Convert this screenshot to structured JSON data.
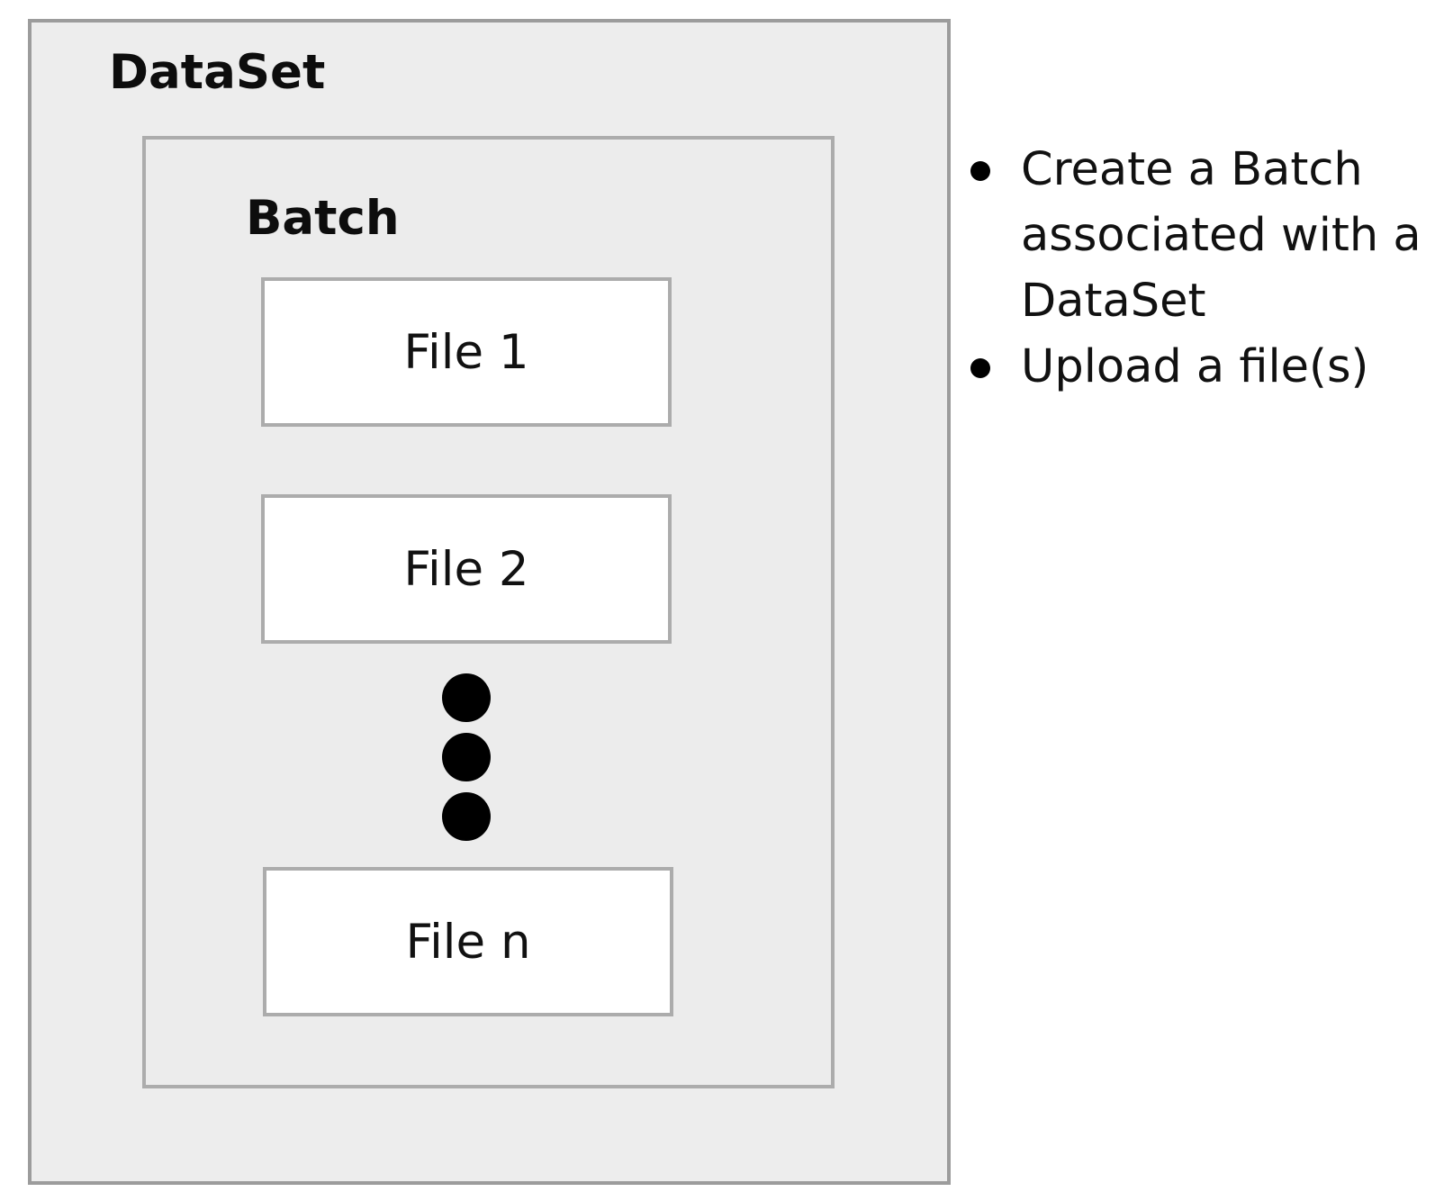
{
  "dataset": {
    "title": "DataSet"
  },
  "batch": {
    "title": "Batch"
  },
  "files": [
    {
      "label": "File 1"
    },
    {
      "label": "File 2"
    },
    {
      "label": "File n"
    }
  ],
  "ellipsis": {
    "icon": "vertical-ellipsis-icon",
    "color": "#000000"
  },
  "steps": [
    {
      "text": "Create a Batch associated with a DataSet"
    },
    {
      "text": "Upload a file(s)"
    }
  ],
  "colors": {
    "container_fill": "#ededed",
    "container_border": "#9c9c9c",
    "inner_border": "#acacac",
    "file_fill": "#ffffff"
  }
}
